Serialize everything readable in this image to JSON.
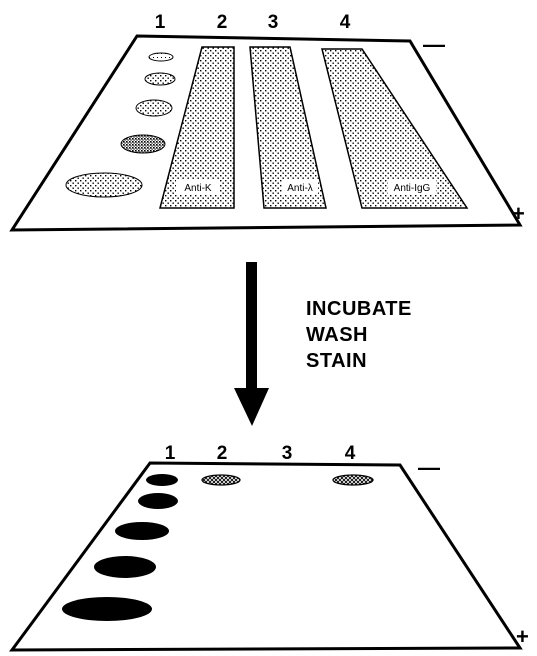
{
  "top_gel": {
    "lanes": [
      "1",
      "2",
      "3",
      "4"
    ],
    "negative_pole": "—",
    "positive_pole": "+",
    "strips": [
      {
        "label": "Anti-K"
      },
      {
        "label": "Anti-λ"
      },
      {
        "label": "Anti-IgG"
      }
    ]
  },
  "process": {
    "steps": [
      "INCUBATE",
      "WASH",
      "STAIN"
    ]
  },
  "bottom_gel": {
    "lanes": [
      "1",
      "2",
      "3",
      "4"
    ],
    "negative_pole": "—",
    "positive_pole": "+"
  }
}
